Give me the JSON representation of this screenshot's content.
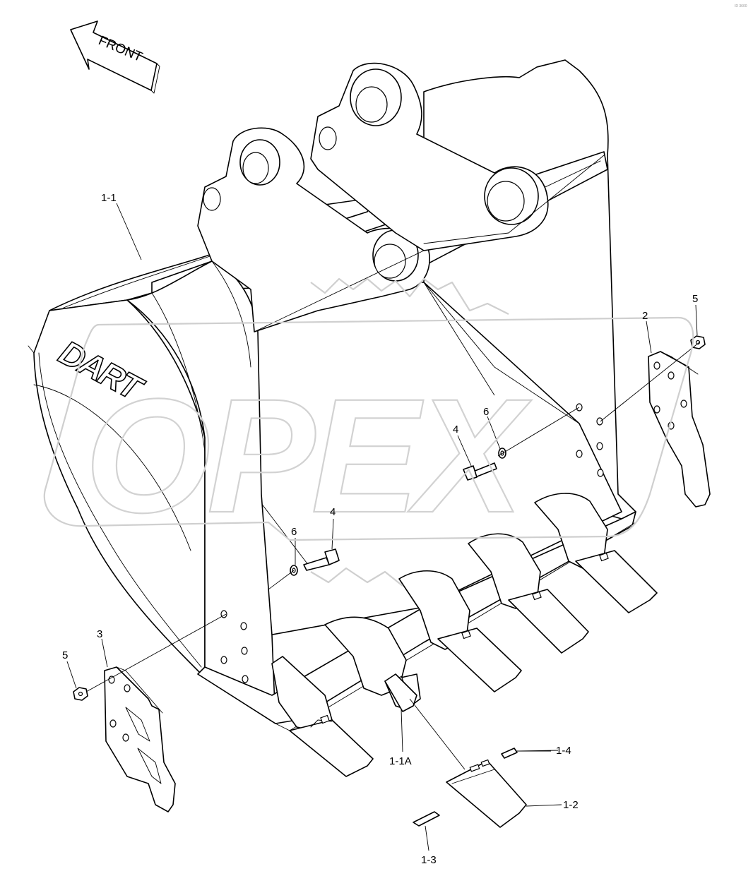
{
  "diagram": {
    "front_label": "FRONT",
    "brand_logo_text": "DART",
    "watermark_text": "OPEX",
    "corner_mark": "ID 3600",
    "callouts": {
      "c_1_1": "1-1",
      "c_1_1a": "1-1A",
      "c_1_2": "1-2",
      "c_1_3": "1-3",
      "c_1_4": "1-4",
      "c_2": "2",
      "c_3": "3",
      "c_4_left": "4",
      "c_4_right": "4",
      "c_5_left": "5",
      "c_5_right": "5",
      "c_6_left": "6",
      "c_6_right": "6"
    }
  }
}
